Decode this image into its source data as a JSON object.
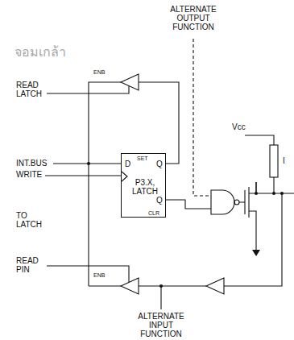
{
  "diagram": {
    "nodes": [
      {
        "text": [
          "D",
          "SET",
          "Q",
          "P3.X, LATCH",
          "Q",
          "CLR"
        ]
      }
    ],
    "labels": [
      "ALTERNATE OUTPUT FUNCTION",
      "Vcc",
      "READ LATCH",
      "ENB",
      "INT.BUS",
      "WRITE",
      "TO LATCH",
      "READ PIN",
      "ENB",
      "ALTERNATE INPUT FUNCTION",
      "I",
      "จอมเกล้า"
    ]
  }
}
